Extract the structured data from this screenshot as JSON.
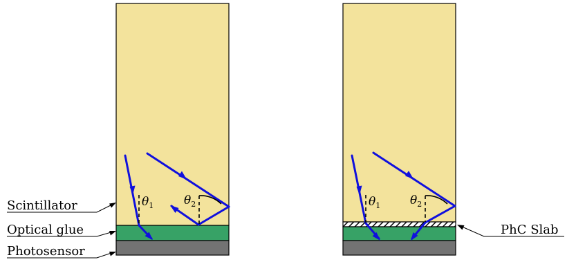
{
  "colors": {
    "scintillator": "#f3e39c",
    "optical_glue": "#37a266",
    "photosensor": "#737373",
    "ray": "#1010dd",
    "outline": "#000000"
  },
  "labels": {
    "scintillator": "Scintillator",
    "optical_glue": "Optical glue",
    "photosensor": "Photosensor",
    "phc_slab": "PhC Slab",
    "theta_symbol": "θ",
    "theta1_sub": "1",
    "theta2_sub": "2"
  }
}
